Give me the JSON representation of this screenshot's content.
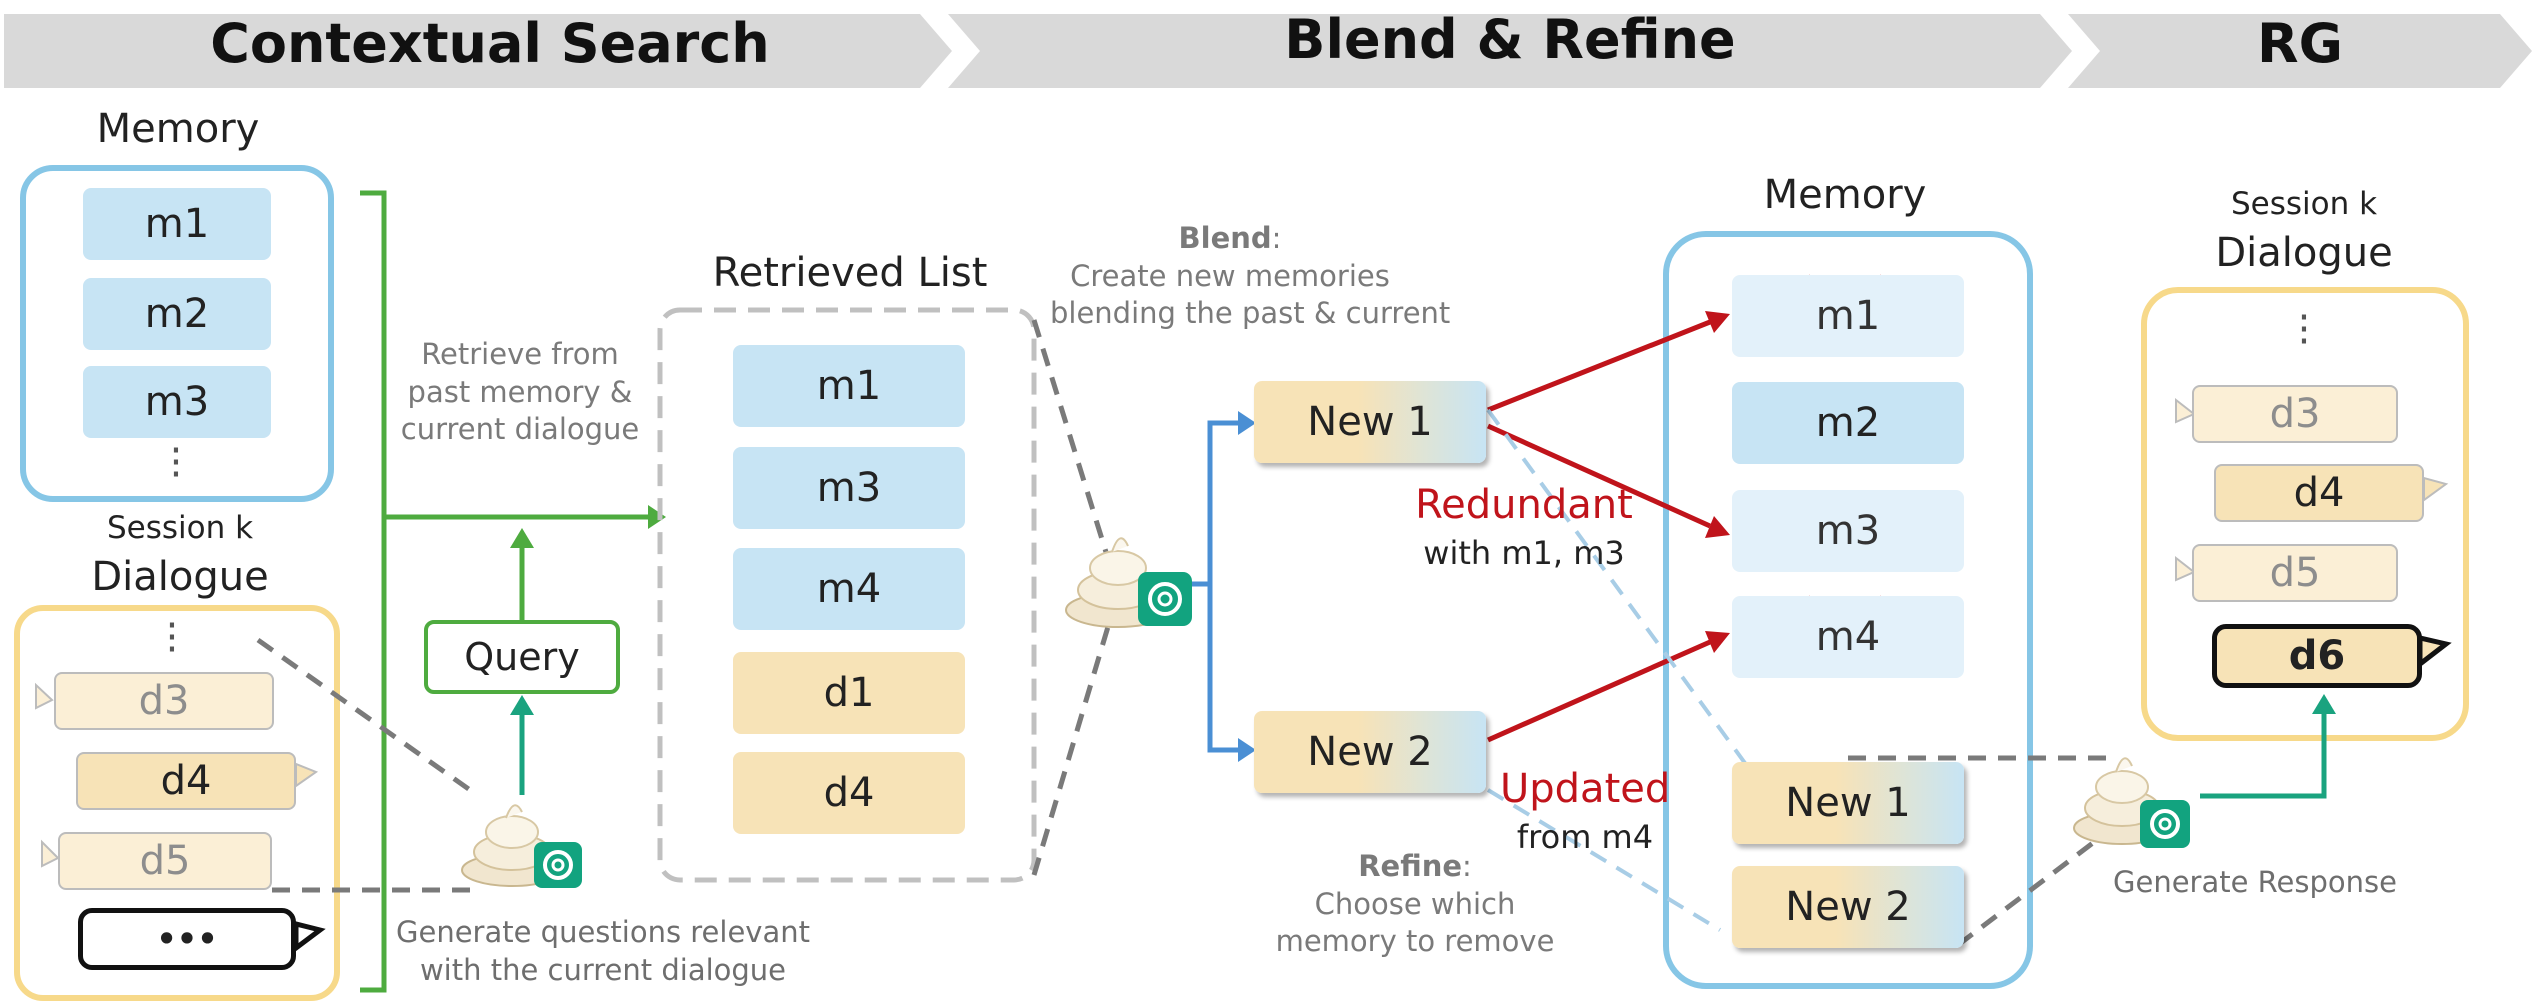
{
  "stages": [
    {
      "label": "Contextual Search"
    },
    {
      "label": "Blend & Refine"
    },
    {
      "label": "RG"
    }
  ],
  "left": {
    "memory_title": "Memory",
    "memory_items": [
      "m1",
      "m2",
      "m3"
    ],
    "session_label": "Session k",
    "dialogue_title": "Dialogue",
    "dialogue_items": [
      "d3",
      "d4",
      "d5"
    ],
    "current_turn": "•••"
  },
  "query": {
    "label": "Query",
    "retrieve_note": [
      "Retrieve from",
      "past memory &",
      "current dialogue"
    ],
    "generate_note": [
      "Generate questions relevant",
      "with the current dialogue"
    ]
  },
  "retrieved": {
    "title": "Retrieved List",
    "items": [
      "m1",
      "m3",
      "m4",
      "d1",
      "d4"
    ]
  },
  "blend": {
    "heading": "Blend",
    "note": [
      "Create new memories",
      "blending the past & current"
    ],
    "new1": "New 1",
    "new2": "New 2",
    "redundant": "Redundant",
    "redundant_with": "with m1, m3",
    "updated": "Updated",
    "updated_from": "from m4",
    "refine_heading": "Refine",
    "refine_note": [
      "Choose which",
      "memory to remove"
    ]
  },
  "memory_right": {
    "title": "Memory",
    "items": [
      "m1",
      "m2",
      "m3",
      "m4"
    ],
    "new_items": [
      "New 1",
      "New 2"
    ]
  },
  "rg": {
    "session_label": "Session k",
    "dialogue_title": "Dialogue",
    "dialogue_items": [
      "d3",
      "d4",
      "d5"
    ],
    "response": "d6",
    "generate_note": "Generate Response"
  },
  "colors": {
    "memory_blue": "#c7e4f4",
    "dialogue_yellow": "#f7e3b7",
    "frame_blue": "#86c6e6",
    "frame_yellow": "#f7d98a",
    "green": "#4eab3f",
    "teal": "#1aa37f",
    "red": "#c0141b",
    "gray": "#7a7a7a"
  },
  "icons": [
    "cream-icon",
    "openai-icon",
    "red-x-icon",
    "chevron-arrow-icon"
  ]
}
